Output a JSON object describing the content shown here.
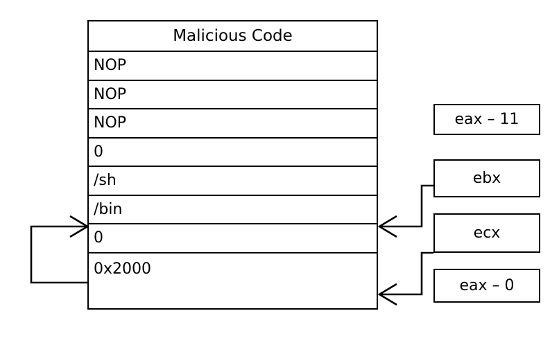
{
  "diagram": {
    "title_present": false,
    "stack": {
      "header": "Malicious Code",
      "cells": [
        {
          "label": "NOP"
        },
        {
          "label": "NOP"
        },
        {
          "label": "NOP"
        },
        {
          "label": "0"
        },
        {
          "label": "/sh"
        },
        {
          "label": "/bin"
        },
        {
          "label": "0"
        },
        {
          "label": "0x2000"
        }
      ]
    },
    "registers": [
      {
        "label": "eax – 11"
      },
      {
        "label": "ebx"
      },
      {
        "label": "ecx"
      },
      {
        "label": "eax – 0"
      }
    ],
    "colors": {
      "stroke": "#000000",
      "background": "#ffffff",
      "text": "#000000"
    },
    "connectors": [
      {
        "name": "ebx-to-stack-zero",
        "from": "ebx",
        "to": "stack-cell-0",
        "style": "stepped-arrow-left"
      },
      {
        "name": "ecx-to-stack-bottom",
        "from": "ecx",
        "to": "stack-bottom",
        "style": "stepped-arrow-left"
      },
      {
        "name": "stack-self-loop",
        "from": "stack-bottom-left",
        "to": "stack-cell-0-left",
        "style": "loop-arrow-right"
      }
    ]
  }
}
